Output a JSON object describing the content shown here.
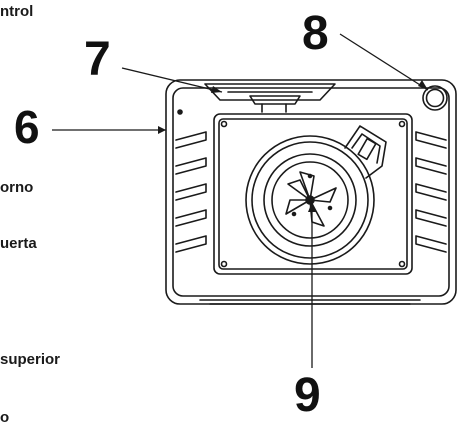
{
  "side_labels": {
    "control": "ntrol",
    "horno": "orno",
    "puerta": "uerta",
    "superior": "superior",
    "bottom": "o"
  },
  "callouts": {
    "fan_housing": "6",
    "grill_element": "7",
    "lamp": "8",
    "fan": "9"
  },
  "icons": [
    "fan-icon",
    "lamp-icon",
    "grill-element-icon",
    "shelf-rack-icon"
  ],
  "colors": {
    "line": "#1a1a1a",
    "background": "#ffffff"
  }
}
